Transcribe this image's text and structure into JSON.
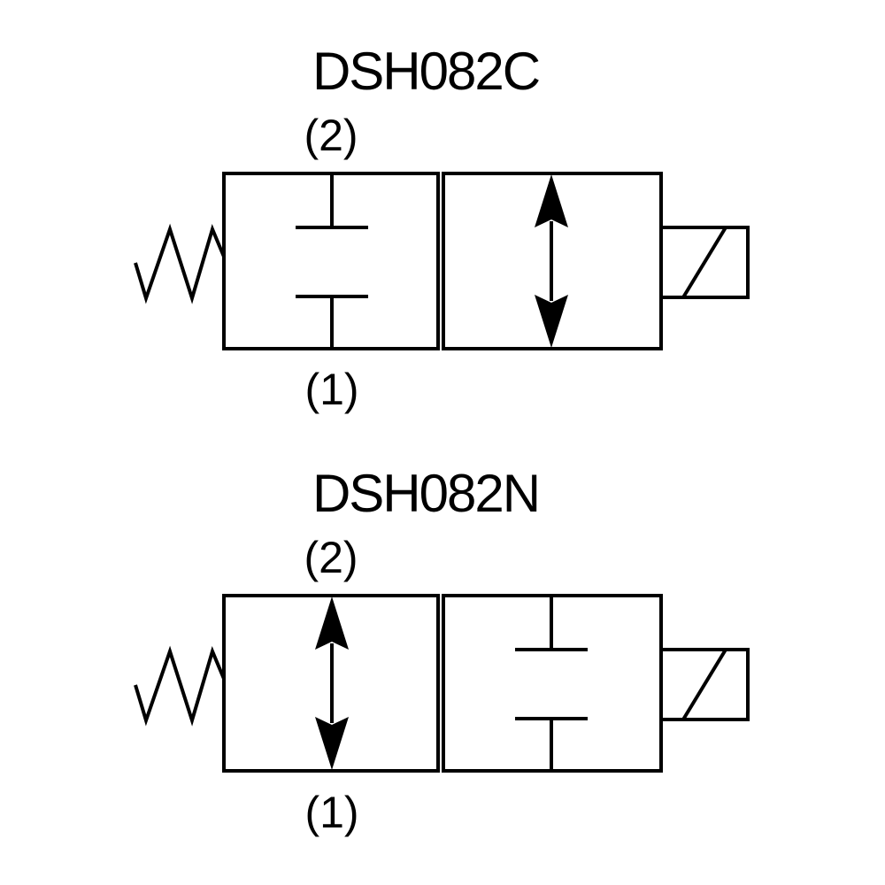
{
  "colors": {
    "line": "#000000",
    "background": "#ffffff"
  },
  "diagrams": [
    {
      "title": "DSH082C",
      "port_top_label": "(2)",
      "port_bottom_label": "(1)",
      "left_cell_symbol": "closed-ports",
      "right_cell_symbol": "flow-path-arrow",
      "left_actuator": "spring-return",
      "right_actuator": "solenoid"
    },
    {
      "title": "DSH082N",
      "port_top_label": "(2)",
      "port_bottom_label": "(1)",
      "left_cell_symbol": "flow-path-arrow",
      "right_cell_symbol": "closed-ports",
      "left_actuator": "spring-return",
      "right_actuator": "solenoid"
    }
  ]
}
